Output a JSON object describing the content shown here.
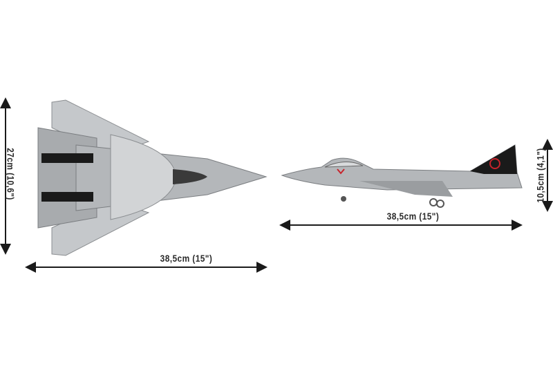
{
  "dimensions": {
    "top_view_width": "38,5cm (15\")",
    "top_view_height": "27cm (10,6\")",
    "side_view_length": "38,5cm (15\")",
    "side_view_height": "10,5cm (4,1\")"
  },
  "colors": {
    "hull": "#b9bcbf",
    "dark": "#1a1a1a",
    "accent": "#c8232c"
  }
}
